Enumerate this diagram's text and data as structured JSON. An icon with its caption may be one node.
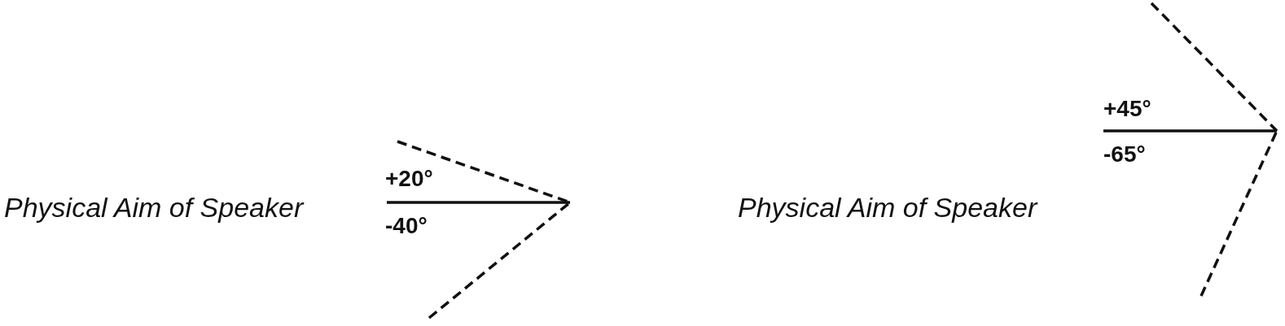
{
  "diagram": {
    "labels": [
      "Physical Aim of Speaker",
      "+20°",
      "-40°",
      "Physical Aim of Speaker",
      "+45°",
      "-65°"
    ]
  }
}
